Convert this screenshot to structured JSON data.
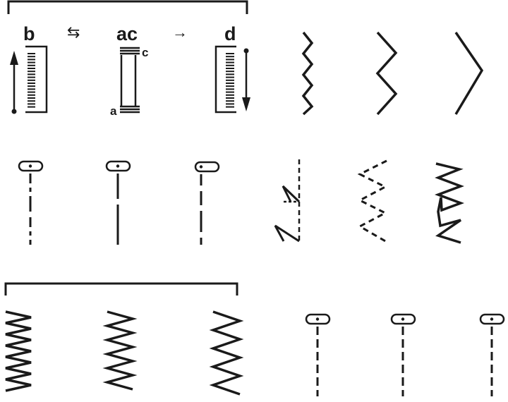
{
  "labels": {
    "b": "b",
    "ac": "ac",
    "d": "d",
    "a": "a",
    "c": "c",
    "swap_arrow": "⇆",
    "right_arrow": "→"
  },
  "colors": {
    "ink": "#1a1a1a",
    "background": "#ffffff"
  },
  "icons": [
    "stitch-length-dial-b-icon",
    "stitch-length-dial-ac-icon",
    "stitch-length-dial-d-icon",
    "zigzag-narrow-icon",
    "zigzag-medium-icon",
    "zigzag-wide-icon",
    "presser-foot-straight-stitch-icon",
    "blind-hem-stitch-icon",
    "three-step-zigzag-icon",
    "overlock-stitch-icon",
    "satin-stitch-icon"
  ]
}
